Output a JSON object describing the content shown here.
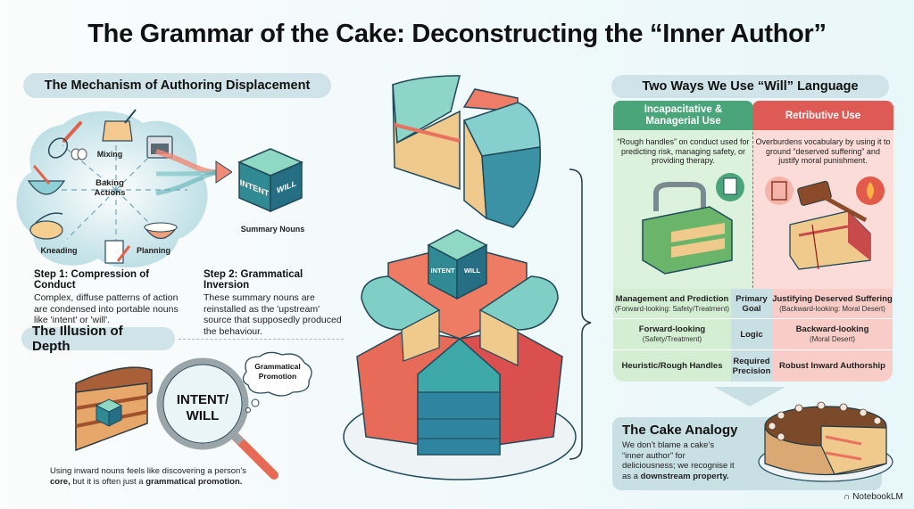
{
  "title": "The Grammar of the Cake: Deconstructing the “Inner Author”",
  "mechanism": {
    "heading": "The Mechanism of Authoring Displacement",
    "center_label": "Baking Actions",
    "actions": [
      "Mixing",
      "Kneading",
      "Planning"
    ],
    "cube_words": [
      "INTENT",
      "WILL"
    ],
    "cube_caption": "Summary Nouns",
    "step1": {
      "title": "Step 1: Compression of Conduct",
      "text": "Complex, diffuse patterns of action are condensed into portable nouns like 'intent' or 'will'."
    },
    "step2": {
      "title": "Step 2: Grammatical Inversion",
      "text": "These summary nouns are reinstalled as the 'upstream' source that supposedly produced the behaviour."
    }
  },
  "illusion": {
    "heading": "The Illusion of Depth",
    "lens_text": "INTENT/ WILL",
    "bubble": "Grammatical Promotion",
    "caption_start": "Using inward nouns feels like discovering a person’s ",
    "caption_bold1": "core,",
    "caption_mid": " but it is often just a ",
    "caption_bold2": "grammatical promotion."
  },
  "center_cake": {
    "cube_words": [
      "INTENT",
      "WILL"
    ]
  },
  "two_ways": {
    "heading": "Two Ways We Use “Will” Language",
    "left": {
      "title": "Incapacitative & Managerial Use",
      "text": "“Rough handles” on conduct used for predicting risk, managing safety, or providing therapy.",
      "color": "#4aa57a"
    },
    "right": {
      "title": "Retributive Use",
      "text": "Overburdens vocabulary by using it to ground “deserved suffering” and justify moral punishment.",
      "color": "#dd5a55"
    },
    "rows": [
      {
        "left": "Management and Prediction",
        "left_sub": "(Forward-looking: Safety/Treatment)",
        "mid": "Primary Goal",
        "right": "Justifying Deserved Suffering",
        "right_sub": "(Backward-looking: Moral Desert)"
      },
      {
        "left": "Forward-looking",
        "left_sub": "(Safety/Treatment)",
        "mid": "Logic",
        "right": "Backward-looking",
        "right_sub": "(Moral Desert)"
      },
      {
        "left": "Heuristic/Rough Handles",
        "left_sub": "",
        "mid": "Required Precision",
        "right": "Robust Inward Authorship",
        "right_sub": ""
      }
    ]
  },
  "analogy": {
    "heading": "The Cake Analogy",
    "text_start": "We don’t blame a cake’s “inner author” for deliciousness; we recognise it as a ",
    "text_bold": "downstream property."
  },
  "footer": {
    "brand": "NotebookLM"
  }
}
